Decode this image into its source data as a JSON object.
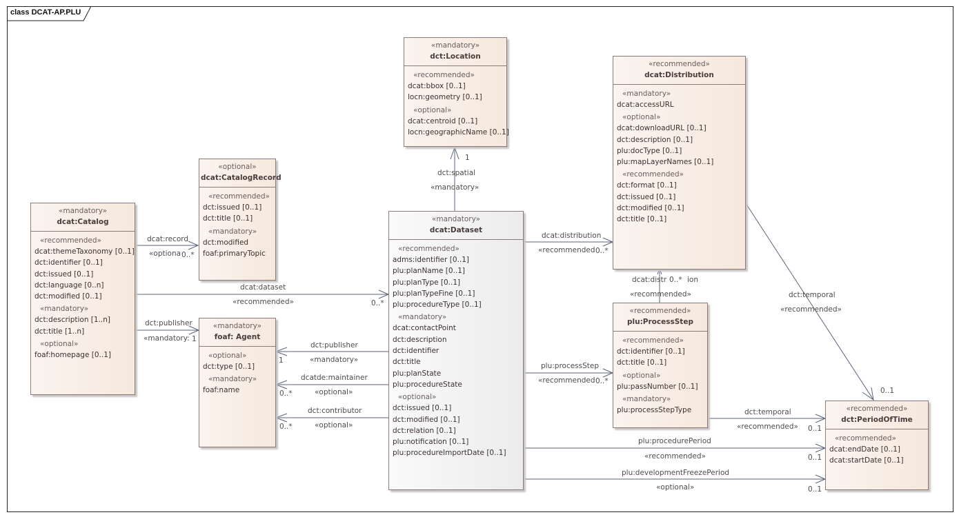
{
  "diagram": {
    "frame_title": "class DCAT-AP.PLU",
    "colors": {
      "line": "#5a6278",
      "border": "#8a7a78",
      "fill_light": "#fbf4ef",
      "fill_dark": "#f6e8dd"
    }
  },
  "classes": [
    {
      "id": "catalog",
      "stereotype": "«mandatory»",
      "name": "dcat:Catalog",
      "groups": [
        {
          "stereotype": "«recommended»",
          "attrs": [
            "dcat:themeTaxonomy [0..1]",
            "dct:identifier [0..1]",
            "dct:issued [0..1]",
            "dct:language [0..n]",
            "dct:modified [0..1]"
          ]
        },
        {
          "stereotype": "«mandatory»",
          "attrs": [
            "dct:description [1..n]",
            "dct:title [1..n]"
          ]
        },
        {
          "stereotype": "«optional»",
          "attrs": [
            "foaf:homepage [0..1]"
          ]
        }
      ]
    },
    {
      "id": "catalogrecord",
      "stereotype": "«optional»",
      "name": "dcat:CatalogRecord",
      "groups": [
        {
          "stereotype": "«recommended»",
          "attrs": [
            "dct:issued [0..1]",
            "dct:title [0..1]"
          ]
        },
        {
          "stereotype": "«mandatory»",
          "attrs": [
            "dct:modified",
            "foaf:primaryTopic"
          ]
        }
      ]
    },
    {
      "id": "agent",
      "stereotype": "«mandatory»",
      "name": "foaf: Agent",
      "groups": [
        {
          "stereotype": "«optional»",
          "attrs": [
            "dct:type [0..1]"
          ]
        },
        {
          "stereotype": "«mandatory»",
          "attrs": [
            "foaf:name"
          ]
        }
      ]
    },
    {
      "id": "location",
      "stereotype": "«mandatory»",
      "name": "dct:Location",
      "groups": [
        {
          "stereotype": "«recommended»",
          "attrs": [
            "dcat:bbox [0..1]",
            "locn:geometry [0..1]"
          ]
        },
        {
          "stereotype": "«optional»",
          "attrs": [
            "dcat:centroid [0..1]",
            "locn:geographicName [0..1]"
          ]
        }
      ]
    },
    {
      "id": "dataset",
      "stereotype": "«mandatory»",
      "name": "dcat:Dataset",
      "groups": [
        {
          "stereotype": "«recommended»",
          "attrs": [
            "adms:identifier [0..1]",
            "plu:planName [0..1]",
            "plu:planType [0..1]",
            "plu:planTypeFine [0..1]",
            "plu:procedureType [0..1]"
          ]
        },
        {
          "stereotype": "«mandatory»",
          "attrs": [
            "dcat:contactPoint",
            "dct:description",
            "dct:identifier",
            "dct:title",
            "plu:planState",
            "plu:procedureState"
          ]
        },
        {
          "stereotype": "«optional»",
          "attrs": [
            "dct:issued [0..1]",
            "dct:modified [0..1]",
            "dct:relation [0..1]",
            "plu:notification [0..1]",
            "plu:procedureImportDate [0..1]"
          ]
        }
      ]
    },
    {
      "id": "distribution",
      "stereotype": "«recommended»",
      "name": "dcat:Distribution",
      "groups": [
        {
          "stereotype": "«mandatory»",
          "attrs": [
            "dcat:accessURL"
          ]
        },
        {
          "stereotype": "«optional»",
          "attrs": [
            "dcat:downloadURL [0..1]",
            "dct:description [0..1]",
            "plu:docType [0..1]",
            "plu:mapLayerNames [0..1]"
          ]
        },
        {
          "stereotype": "«recommended»",
          "attrs": [
            "dct:format [0..1]",
            "dct:issued [0..1]",
            "dct:modified [0..1]",
            "dct:title [0..1]"
          ]
        }
      ]
    },
    {
      "id": "processstep",
      "stereotype": "«recommended»",
      "name": "plu:ProcessStep",
      "groups": [
        {
          "stereotype": "«recommended»",
          "attrs": [
            "dct:identifier [0..1]",
            "dct:title [0..1]"
          ]
        },
        {
          "stereotype": "«optional»",
          "attrs": [
            "plu:passNumber [0..1]"
          ]
        },
        {
          "stereotype": "«mandatory»",
          "attrs": [
            "plu:processStepType"
          ]
        }
      ]
    },
    {
      "id": "periodoftime",
      "stereotype": "«recommended»",
      "name": "dct:PeriodOfTime",
      "groups": [
        {
          "stereotype": "«recommended»",
          "attrs": [
            "dcat:endDate [0..1]",
            "dcat:startDate [0..1]"
          ]
        }
      ]
    }
  ],
  "associations": [
    {
      "id": "record",
      "from": "dcat:Catalog",
      "to": "dcat:CatalogRecord",
      "role": "dcat:record",
      "stereotype": "«optiona",
      "multiplicity": "0..*"
    },
    {
      "id": "dataset",
      "from": "dcat:Catalog",
      "to": "dcat:Dataset",
      "role": "dcat:dataset",
      "stereotype": "«recommended»",
      "multiplicity": "0..*"
    },
    {
      "id": "catpublisher",
      "from": "dcat:Catalog",
      "to": "foaf: Agent",
      "role": "dct:publisher",
      "stereotype": "«mandatory:",
      "multiplicity": "1"
    },
    {
      "id": "spatial",
      "from": "dcat:Dataset",
      "to": "dct:Location",
      "role": "dct:spatial",
      "stereotype": "«mandatory»",
      "multiplicity": "1"
    },
    {
      "id": "dspublisher",
      "from": "dcat:Dataset",
      "to": "foaf: Agent",
      "role": "dct:publisher",
      "stereotype": "«mandatory»",
      "multiplicity": "1"
    },
    {
      "id": "maintainer",
      "from": "dcat:Dataset",
      "to": "foaf: Agent",
      "role": "dcatde:maintainer",
      "stereotype": "«optional»",
      "multiplicity": "0..*"
    },
    {
      "id": "contributor",
      "from": "dcat:Dataset",
      "to": "foaf: Agent",
      "role": "dct:contributor",
      "stereotype": "«optional»",
      "multiplicity": "0..*"
    },
    {
      "id": "distribution",
      "from": "dcat:Dataset",
      "to": "dcat:Distribution",
      "role": "dcat:distribution",
      "stereotype": "«recommended",
      "multiplicity": "0..*"
    },
    {
      "id": "psdistribution",
      "from": "plu:ProcessStep",
      "to": "dcat:Distribution",
      "role": "dcat:distr",
      "role_suffix": "ion",
      "stereotype": "«recommended»",
      "multiplicity": "0..*"
    },
    {
      "id": "processstep",
      "from": "dcat:Dataset",
      "to": "plu:ProcessStep",
      "role": "plu:processStep",
      "stereotype": "«recommended",
      "multiplicity": "0..*"
    },
    {
      "id": "disttemporal",
      "from": "dcat:Distribution",
      "to": "dct:PeriodOfTime",
      "role": "dct:temporal",
      "stereotype": "«recommended»",
      "multiplicity": "0..1"
    },
    {
      "id": "pstemporal",
      "from": "plu:ProcessStep",
      "to": "dct:PeriodOfTime",
      "role": "dct:temporal",
      "stereotype": "«recommended»",
      "multiplicity": "0..1"
    },
    {
      "id": "procperiod",
      "from": "dcat:Dataset",
      "to": "dct:PeriodOfTime",
      "role": "plu:procedurePeriod",
      "stereotype": "«recommended»",
      "multiplicity": "0..1"
    },
    {
      "id": "freezeperiod",
      "from": "dcat:Dataset",
      "to": "dct:PeriodOfTime",
      "role": "plu:developmentFreezePeriod",
      "stereotype": "«optional»",
      "multiplicity": "0..1"
    }
  ]
}
